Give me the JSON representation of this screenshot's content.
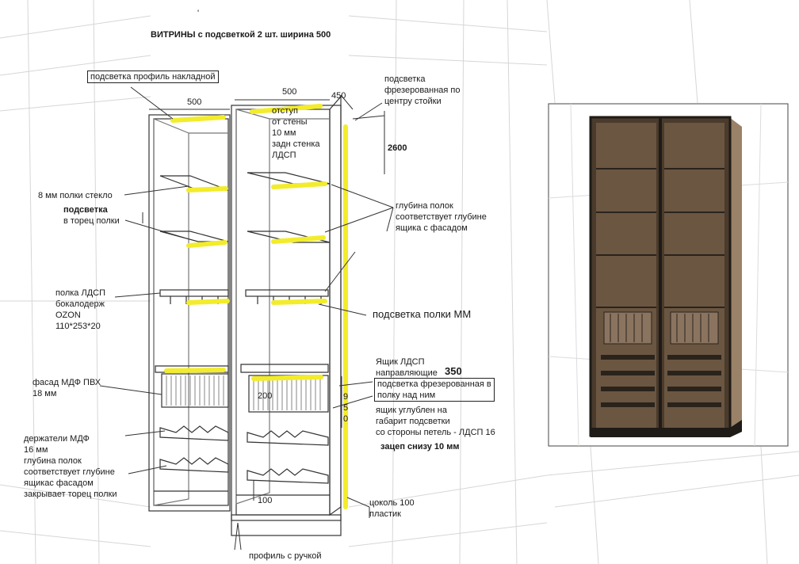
{
  "title": "ВИТРИНЫ с подсветкой 2 шт. ширина 500",
  "dimensions": {
    "width_left": "500",
    "width_right": "500",
    "depth": "450",
    "height": "2600",
    "drawer_guides": "350",
    "drawer_width": "200",
    "drawer_height": "9\n5\n0",
    "bottom_gap": "100"
  },
  "annotations": {
    "light_profile": "подсветка профиль накладной",
    "light_milled": "подсветка\nфрезерованная по\nцентру стойки",
    "offset_wall": "отступ\nот стены\n10 мм\nзадн стенка\nЛДСП",
    "glass_shelves": "8 мм полки стекло",
    "light_shelf_end_title": "подсветка",
    "light_shelf_end": "в торец полки",
    "shelf_depth": "глубина полок\nсоответствует глубине\nящика с фасадом",
    "glass_holder": "полка ЛДСП\nбокалодерж\nOZON\n110*253*20",
    "shelf_light_mm": "подсветка полки ММ",
    "drawer_prefix": "Ящик ЛДСП\nнаправляющие",
    "drawer_milled": "подсветка фрезерованная в\nполку над ним",
    "drawer_recessed": "ящик углублен на\nгабарит подсветки\nсо стороны петель - ЛДСП 16",
    "drawer_hook": "зацеп снизу 10 мм",
    "facade": "фасад МДФ ПВХ\n18 мм",
    "mdf_holders": "держатели МДФ\n16 мм\nглубина полок\nсоответствует глубине\nящикас фасадом\nзакрывает торец полки",
    "plinth": "цоколь 100\nпластик",
    "handle_profile": "профиль с ручкой"
  },
  "colors": {
    "led": "#f2ec2c",
    "line": "#333333",
    "grid": "#d6d6d6",
    "wood_dark": "#4a3b2c",
    "wood_light": "#9a8268",
    "frame_dark": "#1f1b17"
  }
}
